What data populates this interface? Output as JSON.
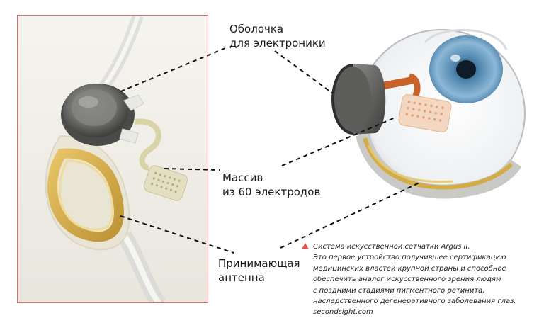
{
  "labels": {
    "shell": "Оболочка\nдля электроники",
    "array": "Массив\nиз 60 электродов",
    "antenna": "Принимающая\nантенна"
  },
  "caption": {
    "lines": [
      "Система искусственной сетчатки Argus II.",
      "Это первое устройство получившее сертификацию",
      "медицинских властей крупной страны и способное",
      "обеспечить аналог искусственного зрения людям",
      "с поздними стадиями пигментного ретинита,",
      "наследственного дегенеративного заболевания глаз.",
      "secondsight.com"
    ]
  },
  "colors": {
    "frame": "#e06a6a",
    "marker": "#d9534f",
    "iris": "#5b8fb5",
    "electrode_strip": "#c8622a",
    "antenna_gold": "#d4a93a"
  }
}
